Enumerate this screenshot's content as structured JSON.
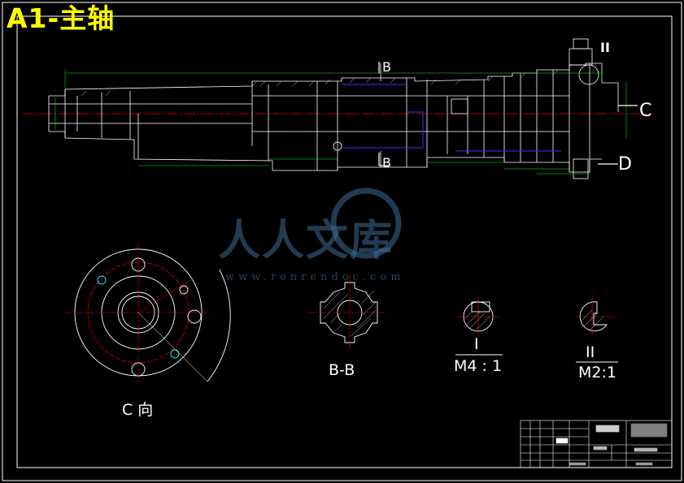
{
  "title_overlay": "A1-主轴",
  "section_labels": {
    "section_b_top": "B",
    "section_b_bottom": "B",
    "view_c_arrow": "C",
    "view_d_arrow": "D",
    "detail_ii_marker": "II"
  },
  "views": {
    "c_view": "C 向",
    "b_section": "B-B",
    "detail_i_name": "I",
    "detail_i_scale": "M4 : 1",
    "detail_ii_name": "II",
    "detail_ii_scale": "M2:1"
  },
  "watermark": {
    "text": "人人文库",
    "url": "www.renrendoc.com"
  },
  "colors": {
    "outline": "#ffffff",
    "centerline": "#ff0000",
    "dimension": "#00ff00",
    "hidden": "#3333ff",
    "title": "#ffff00",
    "watermark": "#3c6e96"
  }
}
